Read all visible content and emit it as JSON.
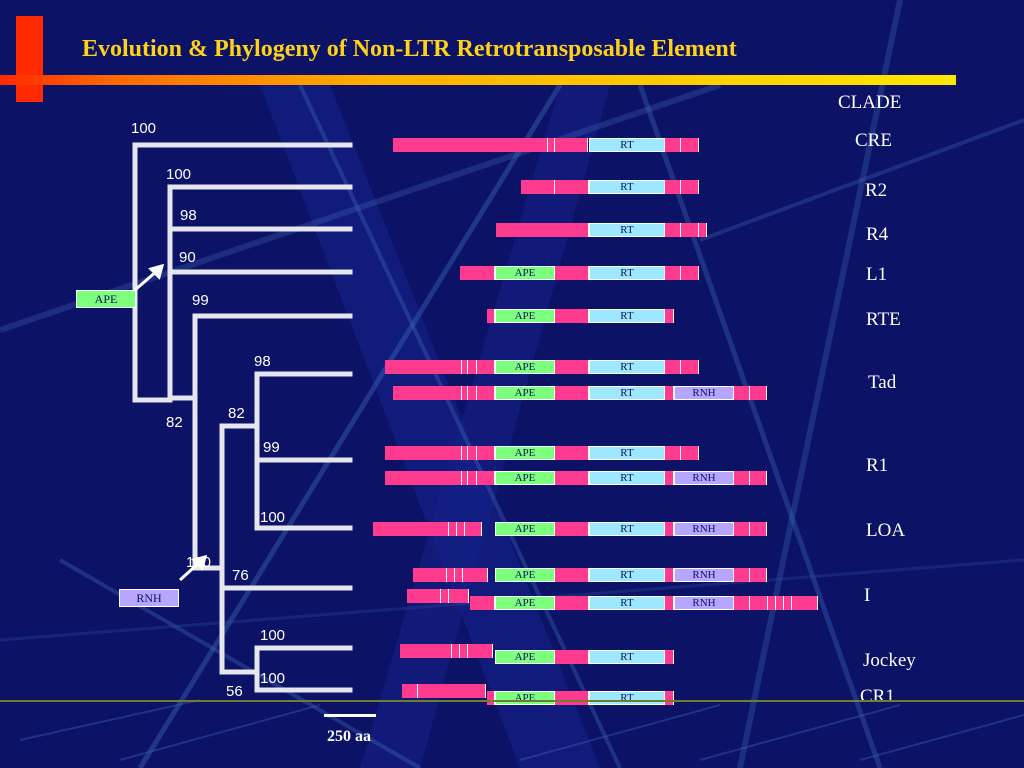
{
  "title": "Evolution & Phylogeny of Non-LTR Retrotransposable Element",
  "clade_header": "CLADE",
  "clades": [
    "CRE",
    "R2",
    "R4",
    "L1",
    "RTE",
    "Tad",
    "R1",
    "LOA",
    "I",
    "Jockey",
    "CR1"
  ],
  "bootstrap": [
    "100",
    "100",
    "98",
    "90",
    "99",
    "82",
    "98",
    "82",
    "99",
    "100",
    "100",
    "76",
    "100",
    "100",
    "56"
  ],
  "tags": {
    "ape": "APE",
    "rnh": "RNH"
  },
  "domain_labels": {
    "ape": "APE",
    "rt": "RT",
    "rnh": "RNH"
  },
  "scale_label": "250 aa",
  "colors": {
    "background": "#0c1266",
    "title": "#ffd21a",
    "ape": "#7cff7c",
    "rt": "#9ee8ff",
    "rnh": "#b7a6ff",
    "segment": "#ff3b8f",
    "tree": "#e6e6ee"
  }
}
